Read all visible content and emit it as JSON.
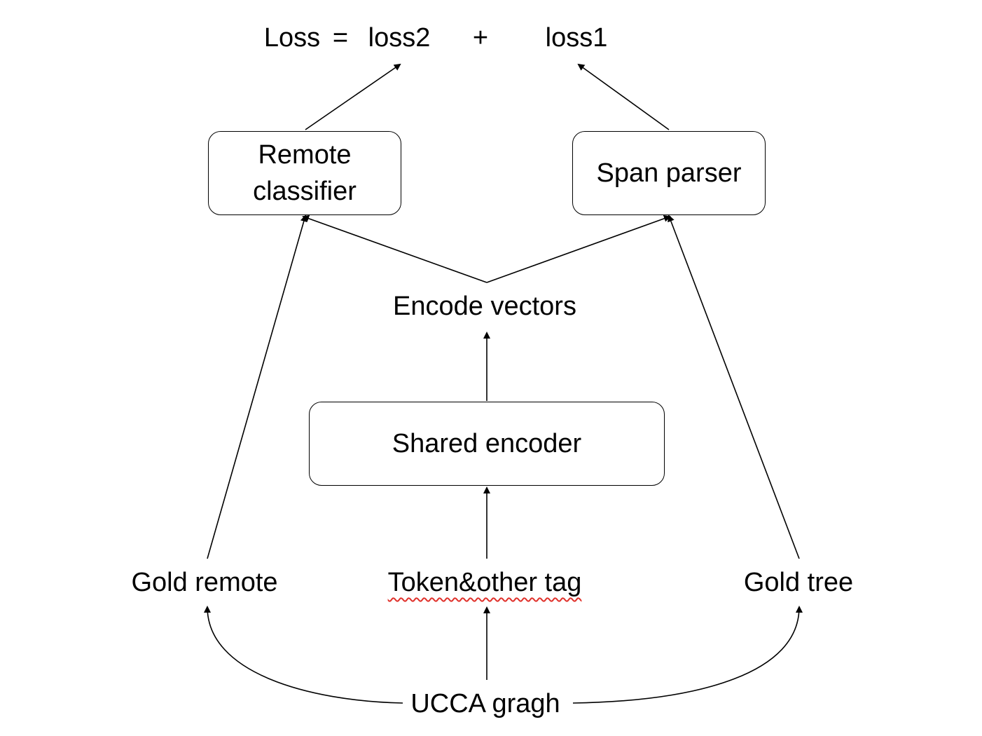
{
  "loss": {
    "lhs": "Loss",
    "equals": "=",
    "term1": "loss2",
    "plus": "+",
    "term2": "loss1"
  },
  "nodes": {
    "remote_classifier": [
      "Remote",
      "classifier"
    ],
    "span_parser": "Span parser",
    "encode_vectors": "Encode vectors",
    "shared_encoder": "Shared encoder",
    "gold_remote": "Gold remote",
    "token_other_tag": "Token&other tag",
    "gold_tree": "Gold tree",
    "ucca_graph": "UCCA gragh"
  },
  "colors": {
    "stroke": "#000000",
    "spellcheck_squiggle": "#e0312b"
  }
}
